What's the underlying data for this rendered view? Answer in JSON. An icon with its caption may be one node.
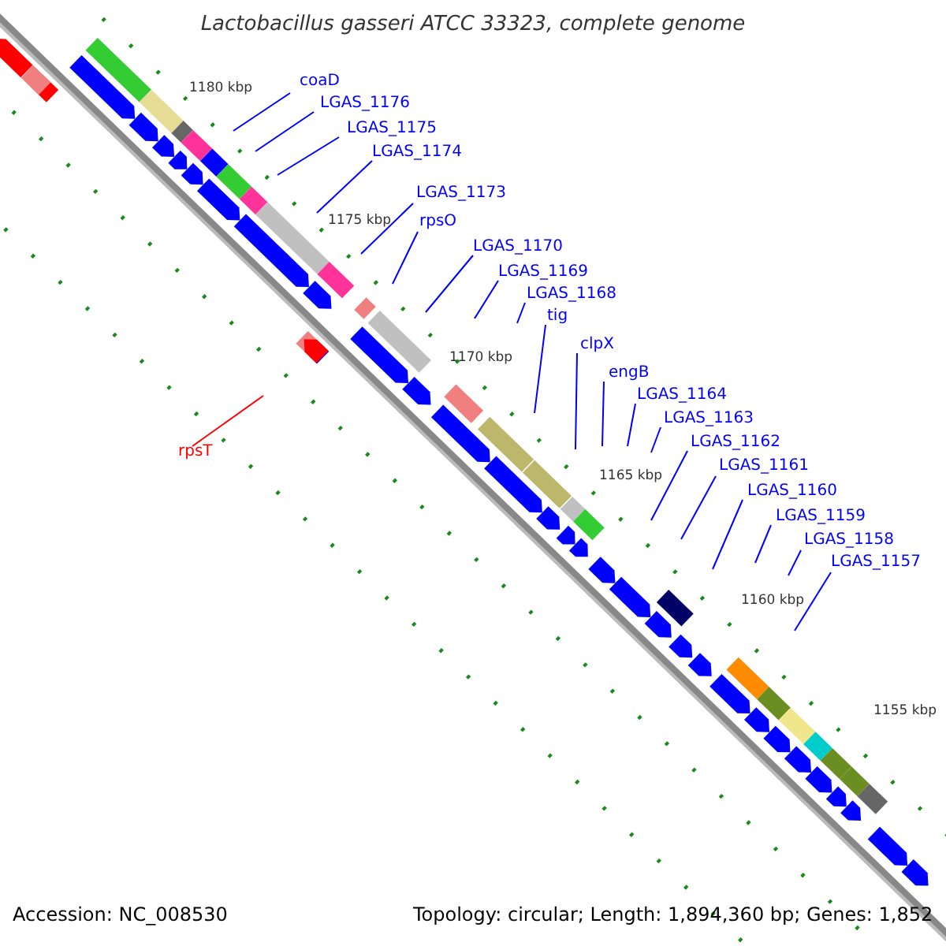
{
  "diagram": {
    "title": "Lactobacillus gasseri ATCC 33323, complete genome",
    "nodes": [
      {
        "text": [
          "coaD"
        ]
      },
      {
        "text": [
          "LGAS_1176"
        ]
      },
      {
        "text": [
          "LGAS_1175"
        ]
      },
      {
        "text": [
          "LGAS_1174"
        ]
      },
      {
        "text": [
          "LGAS_1173"
        ]
      },
      {
        "text": [
          "rpsO"
        ]
      },
      {
        "text": [
          "LGAS_1170"
        ]
      },
      {
        "text": [
          "LGAS_1169"
        ]
      },
      {
        "text": [
          "LGAS_1168"
        ]
      },
      {
        "text": [
          "tig"
        ]
      },
      {
        "text": [
          "clpX"
        ]
      },
      {
        "text": [
          "engB"
        ]
      },
      {
        "text": [
          "LGAS_1164"
        ]
      },
      {
        "text": [
          "LGAS_1163"
        ]
      },
      {
        "text": [
          "LGAS_1162"
        ]
      },
      {
        "text": [
          "LGAS_1161"
        ]
      },
      {
        "text": [
          "LGAS_1160"
        ]
      },
      {
        "text": [
          "LGAS_1159"
        ]
      },
      {
        "text": [
          "LGAS_1158"
        ]
      },
      {
        "text": [
          "LGAS_1157"
        ]
      },
      {
        "text": [
          "rpsT"
        ]
      }
    ],
    "edges": [
      {
        "from": 0,
        "to": null,
        "arrow": "none"
      },
      {
        "from": 1,
        "to": null,
        "arrow": "none"
      },
      {
        "from": 2,
        "to": null,
        "arrow": "none"
      },
      {
        "from": 3,
        "to": null,
        "arrow": "none"
      },
      {
        "from": 4,
        "to": null,
        "arrow": "none"
      },
      {
        "from": 5,
        "to": null,
        "arrow": "none"
      },
      {
        "from": 6,
        "to": null,
        "arrow": "none"
      },
      {
        "from": 7,
        "to": null,
        "arrow": "none"
      },
      {
        "from": 8,
        "to": null,
        "arrow": "none"
      },
      {
        "from": 9,
        "to": null,
        "arrow": "none"
      },
      {
        "from": 10,
        "to": null,
        "arrow": "none"
      },
      {
        "from": 11,
        "to": null,
        "arrow": "none"
      },
      {
        "from": 12,
        "to": null,
        "arrow": "none"
      },
      {
        "from": 13,
        "to": null,
        "arrow": "none"
      },
      {
        "from": 14,
        "to": null,
        "arrow": "none"
      },
      {
        "from": 15,
        "to": null,
        "arrow": "none"
      },
      {
        "from": 16,
        "to": null,
        "arrow": "none"
      },
      {
        "from": 17,
        "to": null,
        "arrow": "none"
      },
      {
        "from": 18,
        "to": null,
        "arrow": "none"
      },
      {
        "from": 19,
        "to": null,
        "arrow": "none"
      },
      {
        "from": 20,
        "to": null,
        "arrow": "none",
        "color": "#ff0000"
      }
    ],
    "labels": [
      "1180 kbp",
      "1175 kbp",
      "1170 kbp",
      "1165 kbp",
      "1160 kbp",
      "1155 kbp",
      "Accession: NC_008530",
      "Topology: circular; Length: 1,894,360 bp; Genes: 1,852"
    ]
  }
}
